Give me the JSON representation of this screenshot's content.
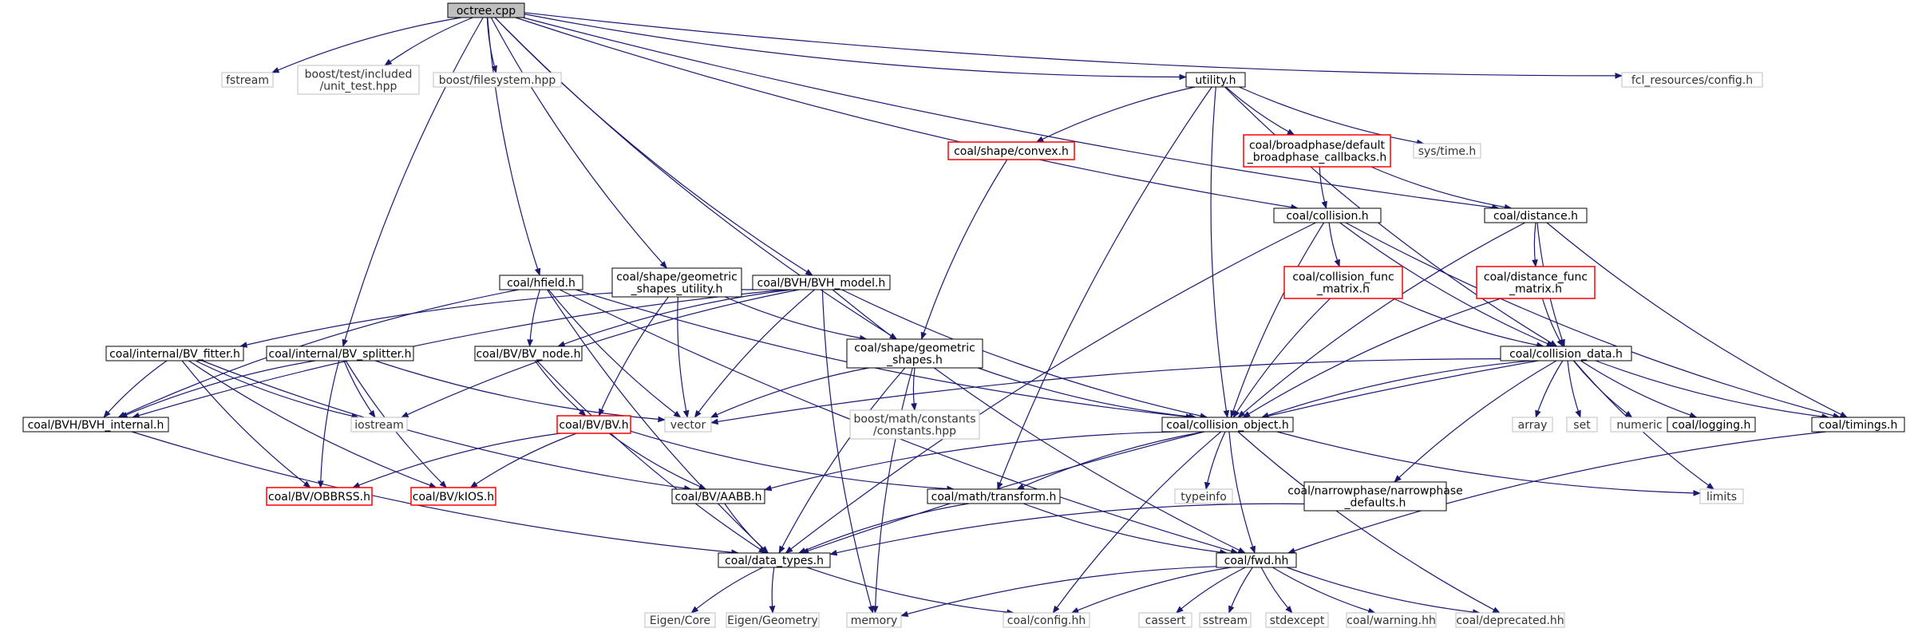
{
  "nodes": [
    {
      "id": "octree",
      "lines": [
        "octree.cpp"
      ],
      "kind": "root"
    },
    {
      "id": "fstream",
      "lines": [
        "fstream"
      ],
      "kind": "external"
    },
    {
      "id": "unit_test",
      "lines": [
        "boost/test/included",
        "/unit_test.hpp"
      ],
      "kind": "external"
    },
    {
      "id": "filesystem",
      "lines": [
        "boost/filesystem.hpp"
      ],
      "kind": "external"
    },
    {
      "id": "utility",
      "lines": [
        "utility.h"
      ],
      "kind": "normal"
    },
    {
      "id": "fcl_config",
      "lines": [
        "fcl_resources/config.h"
      ],
      "kind": "external"
    },
    {
      "id": "convex",
      "lines": [
        "coal/shape/convex.h"
      ],
      "kind": "truncated"
    },
    {
      "id": "broadphase_cb",
      "lines": [
        "coal/broadphase/default",
        "_broadphase_callbacks.h"
      ],
      "kind": "truncated"
    },
    {
      "id": "systime",
      "lines": [
        "sys/time.h"
      ],
      "kind": "external"
    },
    {
      "id": "collision",
      "lines": [
        "coal/collision.h"
      ],
      "kind": "normal"
    },
    {
      "id": "distance",
      "lines": [
        "coal/distance.h"
      ],
      "kind": "normal"
    },
    {
      "id": "hfield",
      "lines": [
        "coal/hfield.h"
      ],
      "kind": "normal"
    },
    {
      "id": "geom_utility",
      "lines": [
        "coal/shape/geometric",
        "_shapes_utility.h"
      ],
      "kind": "normal"
    },
    {
      "id": "bvh_model",
      "lines": [
        "coal/BVH/BVH_model.h"
      ],
      "kind": "normal"
    },
    {
      "id": "coll_func_matrix",
      "lines": [
        "coal/collision_func",
        "_matrix.h"
      ],
      "kind": "truncated"
    },
    {
      "id": "dist_func_matrix",
      "lines": [
        "coal/distance_func",
        "_matrix.h"
      ],
      "kind": "truncated"
    },
    {
      "id": "bv_fitter",
      "lines": [
        "coal/internal/BV_fitter.h"
      ],
      "kind": "normal"
    },
    {
      "id": "bv_splitter",
      "lines": [
        "coal/internal/BV_splitter.h"
      ],
      "kind": "normal"
    },
    {
      "id": "bv_node",
      "lines": [
        "coal/BV/BV_node.h"
      ],
      "kind": "normal"
    },
    {
      "id": "geom_shapes",
      "lines": [
        "coal/shape/geometric",
        "_shapes.h"
      ],
      "kind": "normal"
    },
    {
      "id": "collision_data",
      "lines": [
        "coal/collision_data.h"
      ],
      "kind": "normal"
    },
    {
      "id": "bvh_internal",
      "lines": [
        "coal/BVH/BVH_internal.h"
      ],
      "kind": "normal"
    },
    {
      "id": "iostream",
      "lines": [
        "iostream"
      ],
      "kind": "external"
    },
    {
      "id": "bv",
      "lines": [
        "coal/BV/BV.h"
      ],
      "kind": "truncated"
    },
    {
      "id": "vector",
      "lines": [
        "vector"
      ],
      "kind": "external"
    },
    {
      "id": "boost_constants",
      "lines": [
        "boost/math/constants",
        "/constants.hpp"
      ],
      "kind": "external"
    },
    {
      "id": "collision_object",
      "lines": [
        "coal/collision_object.h"
      ],
      "kind": "normal"
    },
    {
      "id": "array",
      "lines": [
        "array"
      ],
      "kind": "external"
    },
    {
      "id": "set",
      "lines": [
        "set"
      ],
      "kind": "external"
    },
    {
      "id": "numeric",
      "lines": [
        "numeric"
      ],
      "kind": "external"
    },
    {
      "id": "logging",
      "lines": [
        "coal/logging.h"
      ],
      "kind": "normal"
    },
    {
      "id": "timings",
      "lines": [
        "coal/timings.h"
      ],
      "kind": "normal"
    },
    {
      "id": "obbrss",
      "lines": [
        "coal/BV/OBBRSS.h"
      ],
      "kind": "truncated"
    },
    {
      "id": "kios",
      "lines": [
        "coal/BV/kIOS.h"
      ],
      "kind": "truncated"
    },
    {
      "id": "aabb",
      "lines": [
        "coal/BV/AABB.h"
      ],
      "kind": "normal"
    },
    {
      "id": "transform",
      "lines": [
        "coal/math/transform.h"
      ],
      "kind": "normal"
    },
    {
      "id": "typeinfo",
      "lines": [
        "typeinfo"
      ],
      "kind": "external"
    },
    {
      "id": "narrowphase_defaults",
      "lines": [
        "coal/narrowphase/narrowphase",
        "_defaults.h"
      ],
      "kind": "normal"
    },
    {
      "id": "limits",
      "lines": [
        "limits"
      ],
      "kind": "external"
    },
    {
      "id": "data_types",
      "lines": [
        "coal/data_types.h"
      ],
      "kind": "normal"
    },
    {
      "id": "fwd",
      "lines": [
        "coal/fwd.hh"
      ],
      "kind": "normal"
    },
    {
      "id": "eigen_core",
      "lines": [
        "Eigen/Core"
      ],
      "kind": "external"
    },
    {
      "id": "eigen_geometry",
      "lines": [
        "Eigen/Geometry"
      ],
      "kind": "external"
    },
    {
      "id": "memory",
      "lines": [
        "memory"
      ],
      "kind": "external"
    },
    {
      "id": "coal_config",
      "lines": [
        "coal/config.hh"
      ],
      "kind": "external"
    },
    {
      "id": "cassert",
      "lines": [
        "cassert"
      ],
      "kind": "external"
    },
    {
      "id": "sstream",
      "lines": [
        "sstream"
      ],
      "kind": "external"
    },
    {
      "id": "stdexcept",
      "lines": [
        "stdexcept"
      ],
      "kind": "external"
    },
    {
      "id": "warning",
      "lines": [
        "coal/warning.hh"
      ],
      "kind": "external"
    },
    {
      "id": "deprecated",
      "lines": [
        "coal/deprecated.hh"
      ],
      "kind": "external"
    }
  ],
  "edges": [
    [
      "octree",
      "fstream"
    ],
    [
      "octree",
      "unit_test"
    ],
    [
      "octree",
      "filesystem"
    ],
    [
      "octree",
      "utility"
    ],
    [
      "octree",
      "fcl_config"
    ],
    [
      "octree",
      "collision"
    ],
    [
      "octree",
      "distance"
    ],
    [
      "octree",
      "hfield"
    ],
    [
      "octree",
      "geom_utility"
    ],
    [
      "octree",
      "bvh_model"
    ],
    [
      "octree",
      "bv_splitter"
    ],
    [
      "octree",
      "geom_shapes"
    ],
    [
      "utility",
      "convex"
    ],
    [
      "utility",
      "broadphase_cb"
    ],
    [
      "utility",
      "systime"
    ],
    [
      "utility",
      "collision_data"
    ],
    [
      "utility",
      "collision_object"
    ],
    [
      "utility",
      "transform"
    ],
    [
      "convex",
      "geom_shapes"
    ],
    [
      "broadphase_cb",
      "collision"
    ],
    [
      "broadphase_cb",
      "distance"
    ],
    [
      "collision",
      "coll_func_matrix"
    ],
    [
      "collision",
      "collision_data"
    ],
    [
      "collision",
      "collision_object"
    ],
    [
      "collision",
      "timings"
    ],
    [
      "collision",
      "data_types"
    ],
    [
      "distance",
      "dist_func_matrix"
    ],
    [
      "distance",
      "collision_data"
    ],
    [
      "distance",
      "timings"
    ],
    [
      "distance",
      "collision_object"
    ],
    [
      "coll_func_matrix",
      "collision_object"
    ],
    [
      "coll_func_matrix",
      "collision_data"
    ],
    [
      "dist_func_matrix",
      "collision_data"
    ],
    [
      "dist_func_matrix",
      "collision_object"
    ],
    [
      "hfield",
      "bvh_internal"
    ],
    [
      "hfield",
      "bv_node"
    ],
    [
      "hfield",
      "vector"
    ],
    [
      "hfield",
      "data_types"
    ],
    [
      "hfield",
      "collision_object"
    ],
    [
      "hfield",
      "fwd"
    ],
    [
      "geom_utility",
      "geom_shapes"
    ],
    [
      "geom_utility",
      "bv"
    ],
    [
      "geom_utility",
      "vector"
    ],
    [
      "bvh_model",
      "bv_fitter"
    ],
    [
      "bvh_model",
      "bv_node"
    ],
    [
      "bvh_model",
      "iostream"
    ],
    [
      "bvh_model",
      "vector"
    ],
    [
      "bvh_model",
      "bvh_internal"
    ],
    [
      "bvh_model",
      "collision_object"
    ],
    [
      "bvh_model",
      "memory"
    ],
    [
      "bvh_model",
      "fwd"
    ],
    [
      "bv_fitter",
      "bvh_internal"
    ],
    [
      "bv_fitter",
      "obbrss"
    ],
    [
      "bv_fitter",
      "kios"
    ],
    [
      "bv_fitter",
      "aabb"
    ],
    [
      "bv_fitter",
      "iostream"
    ],
    [
      "bv_splitter",
      "bvh_internal"
    ],
    [
      "bv_splitter",
      "obbrss"
    ],
    [
      "bv_splitter",
      "kios"
    ],
    [
      "bv_splitter",
      "iostream"
    ],
    [
      "bv_splitter",
      "vector"
    ],
    [
      "bv_node",
      "bv"
    ],
    [
      "bv_node",
      "data_types"
    ],
    [
      "bv",
      "obbrss"
    ],
    [
      "bv",
      "kios"
    ],
    [
      "bv",
      "aabb"
    ],
    [
      "bv",
      "transform"
    ],
    [
      "geom_shapes",
      "vector"
    ],
    [
      "geom_shapes",
      "boost_constants"
    ],
    [
      "geom_shapes",
      "collision_object"
    ],
    [
      "geom_shapes",
      "data_types"
    ],
    [
      "geom_shapes",
      "memory"
    ],
    [
      "collision_data",
      "vector"
    ],
    [
      "collision_data",
      "array"
    ],
    [
      "collision_data",
      "set"
    ],
    [
      "collision_data",
      "numeric"
    ],
    [
      "collision_data",
      "logging"
    ],
    [
      "collision_data",
      "timings"
    ],
    [
      "collision_data",
      "collision_object"
    ],
    [
      "collision_data",
      "narrowphase_defaults"
    ],
    [
      "collision_data",
      "limits"
    ],
    [
      "collision_data",
      "data_types"
    ],
    [
      "collision_object",
      "aabb"
    ],
    [
      "collision_object",
      "transform"
    ],
    [
      "collision_object",
      "typeinfo"
    ],
    [
      "collision_object",
      "fwd"
    ],
    [
      "collision_object",
      "limits"
    ],
    [
      "collision_object",
      "coal_config"
    ],
    [
      "collision_object",
      "deprecated"
    ],
    [
      "timings",
      "fwd"
    ],
    [
      "bvh_internal",
      "data_types"
    ],
    [
      "aabb",
      "data_types"
    ],
    [
      "transform",
      "data_types"
    ],
    [
      "transform",
      "fwd"
    ],
    [
      "narrowphase_defaults",
      "data_types"
    ],
    [
      "data_types",
      "eigen_core"
    ],
    [
      "data_types",
      "eigen_geometry"
    ],
    [
      "data_types",
      "coal_config"
    ],
    [
      "fwd",
      "memory"
    ],
    [
      "fwd",
      "coal_config"
    ],
    [
      "fwd",
      "cassert"
    ],
    [
      "fwd",
      "sstream"
    ],
    [
      "fwd",
      "stdexcept"
    ],
    [
      "fwd",
      "warning"
    ],
    [
      "fwd",
      "deprecated"
    ]
  ],
  "colors": {
    "edge": "#191970",
    "normal_border": "#000000",
    "truncated_border": "#ff0000",
    "external_border": "#bfbfbf",
    "root_fill": "#bfbfbf",
    "text": "#000000",
    "external_text": "#000000"
  }
}
